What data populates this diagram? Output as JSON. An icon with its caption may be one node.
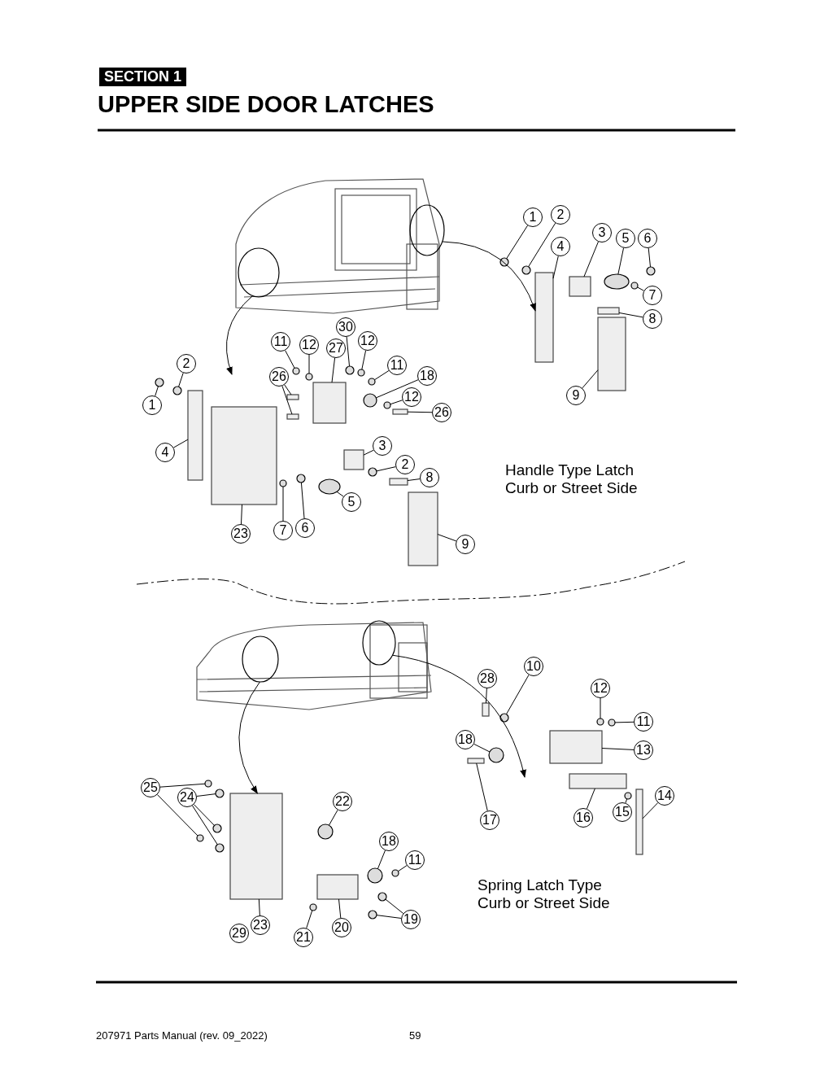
{
  "diagram": {
    "title": "UPPER SIDE DOOR LATCHES",
    "nodes": [
      {
        "text": [],
        "shape": "circle"
      },
      {
        "text": [],
        "shape": "circle"
      },
      {
        "text": [
          "1"
        ]
      },
      {
        "text": [
          "2"
        ]
      },
      {
        "text": [
          "4"
        ]
      },
      {
        "text": [
          "3"
        ]
      },
      {
        "text": [
          "5"
        ]
      },
      {
        "text": [
          "6"
        ]
      },
      {
        "text": [
          "7"
        ]
      },
      {
        "text": [
          "8"
        ]
      },
      {
        "text": [
          "9"
        ]
      },
      {
        "text": [
          "30"
        ]
      },
      {
        "text": [
          "11"
        ]
      },
      {
        "text": [
          "12"
        ]
      },
      {
        "text": [
          "27"
        ]
      },
      {
        "text": [
          "12"
        ]
      },
      {
        "text": [
          "2"
        ]
      },
      {
        "text": [
          "11"
        ]
      },
      {
        "text": [
          "18"
        ]
      },
      {
        "text": [
          "26"
        ]
      },
      {
        "text": [
          "12"
        ]
      },
      {
        "text": [
          "1"
        ]
      },
      {
        "text": [
          "26"
        ]
      },
      {
        "text": [
          "3"
        ]
      },
      {
        "text": [
          "4"
        ]
      },
      {
        "text": [
          "2"
        ]
      },
      {
        "text": [
          "8"
        ]
      },
      {
        "text": [
          "5"
        ]
      },
      {
        "text": [
          "7"
        ]
      },
      {
        "text": [
          "6"
        ]
      },
      {
        "text": [
          "23"
        ]
      },
      {
        "text": [
          "9"
        ]
      },
      {
        "text": [],
        "shape": "circle"
      },
      {
        "text": [],
        "shape": "circle"
      },
      {
        "text": [
          "10"
        ]
      },
      {
        "text": [
          "28"
        ]
      },
      {
        "text": [
          "12"
        ]
      },
      {
        "text": [
          "11"
        ]
      },
      {
        "text": [
          "18"
        ]
      },
      {
        "text": [
          "13"
        ]
      },
      {
        "text": [
          "25"
        ]
      },
      {
        "text": [
          "24"
        ]
      },
      {
        "text": [
          "14"
        ]
      },
      {
        "text": [
          "22"
        ]
      },
      {
        "text": [
          "15"
        ]
      },
      {
        "text": [
          "16"
        ]
      },
      {
        "text": [
          "17"
        ]
      },
      {
        "text": [
          "18"
        ]
      },
      {
        "text": [
          "11"
        ]
      },
      {
        "text": [
          "19"
        ]
      },
      {
        "text": [
          "23"
        ]
      },
      {
        "text": [
          "20"
        ]
      },
      {
        "text": [
          "29"
        ]
      },
      {
        "text": [
          "21"
        ]
      },
      {
        "text": [],
        "shape": "circle"
      },
      {
        "text": [],
        "shape": "circle"
      },
      {
        "text": [],
        "shape": "box"
      },
      {
        "text": [],
        "shape": "box"
      },
      {
        "text": [],
        "shape": "circle"
      },
      {
        "text": [],
        "shape": "circle"
      },
      {
        "text": [],
        "shape": "circle"
      },
      {
        "text": [],
        "shape": "box"
      },
      {
        "text": [],
        "shape": "box"
      },
      {
        "text": [],
        "shape": "circle"
      },
      {
        "text": [],
        "shape": "circle"
      },
      {
        "text": [],
        "shape": "circle"
      },
      {
        "text": [],
        "shape": "box"
      },
      {
        "text": [],
        "shape": "circle"
      },
      {
        "text": [],
        "shape": "circle"
      },
      {
        "text": [],
        "shape": "circle"
      },
      {
        "text": [],
        "shape": "circle"
      },
      {
        "text": [],
        "shape": "box"
      },
      {
        "text": [],
        "shape": "box"
      },
      {
        "text": [],
        "shape": "circle"
      },
      {
        "text": [],
        "shape": "circle"
      },
      {
        "text": [],
        "shape": "box"
      },
      {
        "text": [],
        "shape": "box"
      },
      {
        "text": [],
        "shape": "box"
      },
      {
        "text": [],
        "shape": "circle"
      },
      {
        "text": [],
        "shape": "box"
      },
      {
        "text": [],
        "shape": "circle"
      },
      {
        "text": [],
        "shape": "circle"
      },
      {
        "text": [],
        "shape": "circle"
      },
      {
        "text": [],
        "shape": "box"
      },
      {
        "text": [],
        "shape": "box"
      },
      {
        "text": [],
        "shape": "circle"
      },
      {
        "text": [],
        "shape": "box"
      },
      {
        "text": [],
        "shape": "circle"
      },
      {
        "text": [],
        "shape": "circle"
      },
      {
        "text": [],
        "shape": "circle"
      },
      {
        "text": [],
        "shape": "box"
      },
      {
        "text": [],
        "shape": "circle"
      },
      {
        "text": [],
        "shape": "circle"
      },
      {
        "text": [],
        "shape": "circle"
      },
      {
        "text": [],
        "shape": "circle"
      },
      {
        "text": [],
        "shape": "circle"
      },
      {
        "text": [],
        "shape": "box"
      },
      {
        "text": [],
        "shape": "circle"
      },
      {
        "text": [],
        "shape": "circle"
      },
      {
        "text": [],
        "shape": "box"
      },
      {
        "text": [],
        "shape": "box"
      },
      {
        "text": [],
        "shape": "circle"
      },
      {
        "text": [],
        "shape": "circle"
      },
      {
        "text": [],
        "shape": "circle"
      },
      {
        "text": [],
        "shape": "circle"
      },
      {
        "text": [],
        "shape": "box"
      },
      {
        "text": [],
        "shape": "box"
      },
      {
        "text": [],
        "shape": "circle"
      }
    ],
    "edges": [
      {
        "from": 0,
        "to": 56,
        "arrow": "to"
      },
      {
        "from": 1,
        "to": null,
        "arrow": "to"
      },
      {
        "from": 2,
        "to": 54,
        "arrow": "none"
      },
      {
        "from": 3,
        "to": 55,
        "arrow": "none"
      },
      {
        "from": 4,
        "to": 56,
        "arrow": "none"
      },
      {
        "from": 5,
        "to": 57,
        "arrow": "none"
      },
      {
        "from": 6,
        "to": 58,
        "arrow": "none"
      },
      {
        "from": 7,
        "to": 59,
        "arrow": "none"
      },
      {
        "from": 8,
        "to": 60,
        "arrow": "none"
      },
      {
        "from": 9,
        "to": 61,
        "arrow": "none"
      },
      {
        "from": 10,
        "to": 62,
        "arrow": "none"
      },
      {
        "from": 11,
        "to": 63,
        "arrow": "none"
      },
      {
        "from": 12,
        "to": 64,
        "arrow": "none"
      },
      {
        "from": 13,
        "to": 65,
        "arrow": "none"
      },
      {
        "from": 14,
        "to": 66,
        "arrow": "none"
      },
      {
        "from": 15,
        "to": 67,
        "arrow": "none"
      },
      {
        "from": 16,
        "to": 68,
        "arrow": "none"
      },
      {
        "from": 17,
        "to": 69,
        "arrow": "none"
      },
      {
        "from": 18,
        "to": 70,
        "arrow": "none"
      },
      {
        "from": 19,
        "to": 71,
        "arrow": "none"
      },
      {
        "from": 19,
        "to": 72,
        "arrow": "none"
      },
      {
        "from": 20,
        "to": 73,
        "arrow": "none"
      },
      {
        "from": 21,
        "to": 74,
        "arrow": "none"
      },
      {
        "from": 22,
        "to": 75,
        "arrow": "none"
      },
      {
        "from": 23,
        "to": 76,
        "arrow": "none"
      },
      {
        "from": 24,
        "to": 77,
        "arrow": "none"
      },
      {
        "from": 25,
        "to": 78,
        "arrow": "none"
      },
      {
        "from": 26,
        "to": 79,
        "arrow": "none"
      },
      {
        "from": 27,
        "to": 80,
        "arrow": "none"
      },
      {
        "from": 28,
        "to": 81,
        "arrow": "none"
      },
      {
        "from": 29,
        "to": 82,
        "arrow": "none"
      },
      {
        "from": 30,
        "to": 83,
        "arrow": "none"
      },
      {
        "from": 31,
        "to": 84,
        "arrow": "none"
      },
      {
        "from": 32,
        "to": 105,
        "arrow": "to"
      },
      {
        "from": 33,
        "to": null,
        "arrow": "to"
      },
      {
        "from": 34,
        "to": 85,
        "arrow": "none"
      },
      {
        "from": 35,
        "to": 86,
        "arrow": "none"
      },
      {
        "from": 36,
        "to": 87,
        "arrow": "none"
      },
      {
        "from": 37,
        "to": 88,
        "arrow": "none"
      },
      {
        "from": 38,
        "to": 89,
        "arrow": "none"
      },
      {
        "from": 39,
        "to": 90,
        "arrow": "none"
      },
      {
        "from": 40,
        "to": 91,
        "arrow": "none"
      },
      {
        "from": 40,
        "to": 92,
        "arrow": "none"
      },
      {
        "from": 41,
        "to": 93,
        "arrow": "none"
      },
      {
        "from": 41,
        "to": 94,
        "arrow": "none"
      },
      {
        "from": 41,
        "to": 95,
        "arrow": "none"
      },
      {
        "from": 42,
        "to": 96,
        "arrow": "none"
      },
      {
        "from": 43,
        "to": 97,
        "arrow": "none"
      },
      {
        "from": 44,
        "to": 98,
        "arrow": "none"
      },
      {
        "from": 45,
        "to": 99,
        "arrow": "none"
      },
      {
        "from": 46,
        "to": 100,
        "arrow": "none"
      },
      {
        "from": 47,
        "to": 101,
        "arrow": "none"
      },
      {
        "from": 48,
        "to": 102,
        "arrow": "none"
      },
      {
        "from": 49,
        "to": 103,
        "arrow": "none"
      },
      {
        "from": 49,
        "to": 104,
        "arrow": "none"
      },
      {
        "from": 50,
        "to": 105,
        "arrow": "none"
      },
      {
        "from": 51,
        "to": 106,
        "arrow": "none"
      },
      {
        "from": 53,
        "to": 107,
        "arrow": "none"
      }
    ],
    "labels": [
      "SECTION 1",
      "Handle Type Latch Curb or Street Side",
      "Spring Latch Type Curb or Street Side",
      "207971 Parts Manual (rev. 09_2022)",
      "59"
    ]
  }
}
